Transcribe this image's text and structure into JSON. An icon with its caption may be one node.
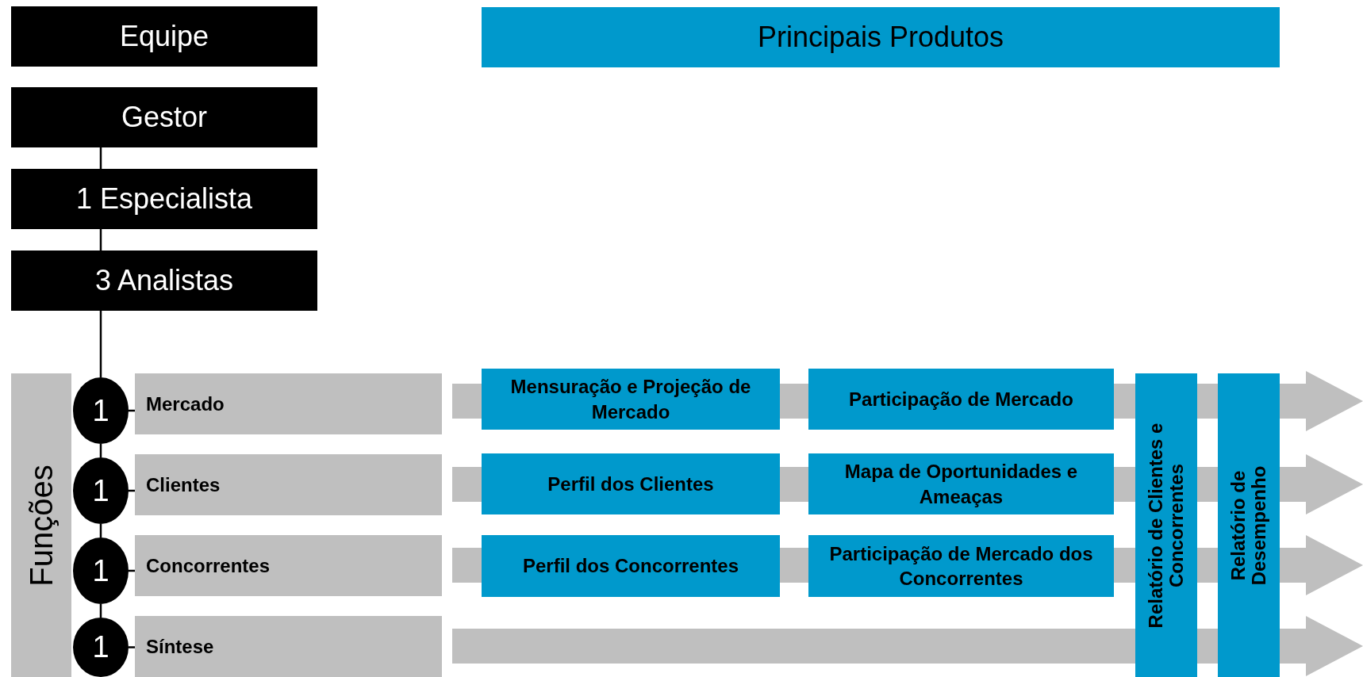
{
  "diagram": {
    "nodes": [
      {
        "text": [
          "Equipe"
        ]
      },
      {
        "text": [
          "Principais Produtos"
        ]
      },
      {
        "text": [
          "Gestor"
        ]
      },
      {
        "text": [
          "1 Especialista"
        ]
      },
      {
        "text": [
          "3 Analistas"
        ]
      },
      {
        "text": [
          "Funções"
        ]
      },
      {
        "text": [
          "1"
        ]
      },
      {
        "text": [
          "Mercado"
        ]
      },
      {
        "text": [
          "Mensuração e Projeção de Mercado"
        ]
      },
      {
        "text": [
          "Participação de Mercado"
        ]
      },
      {
        "text": [
          "Relatório de Clientes e Concorrentes"
        ]
      },
      {
        "text": [
          "Relatório de Desempenho"
        ]
      },
      {
        "text": [
          "1"
        ]
      },
      {
        "text": [
          "Clientes"
        ]
      },
      {
        "text": [
          "Perfil dos Clientes"
        ]
      },
      {
        "text": [
          "Mapa de Oportunidades e Ameaças"
        ]
      },
      {
        "text": [
          "1"
        ]
      },
      {
        "text": [
          "Concorrentes"
        ]
      },
      {
        "text": [
          "Perfil dos Concorrentes"
        ]
      },
      {
        "text": [
          "Participação de Mercado dos Concorrentes"
        ]
      },
      {
        "text": [
          "1"
        ]
      },
      {
        "text": [
          "Síntese"
        ]
      }
    ],
    "edges": [
      {
        "from": 2,
        "to": 3,
        "arrow": "none"
      },
      {
        "from": 3,
        "to": 4,
        "arrow": "none"
      },
      {
        "from": 4,
        "to": 6,
        "arrow": "none"
      },
      {
        "from": 6,
        "to": 12,
        "arrow": "none"
      },
      {
        "from": 12,
        "to": 16,
        "arrow": "none"
      },
      {
        "from": 16,
        "to": 20,
        "arrow": "none"
      },
      {
        "from": 6,
        "to": 7,
        "arrow": "none"
      },
      {
        "from": 12,
        "to": 13,
        "arrow": "none"
      },
      {
        "from": 16,
        "to": 17,
        "arrow": "none"
      },
      {
        "from": 20,
        "to": 21,
        "arrow": "none"
      }
    ]
  }
}
